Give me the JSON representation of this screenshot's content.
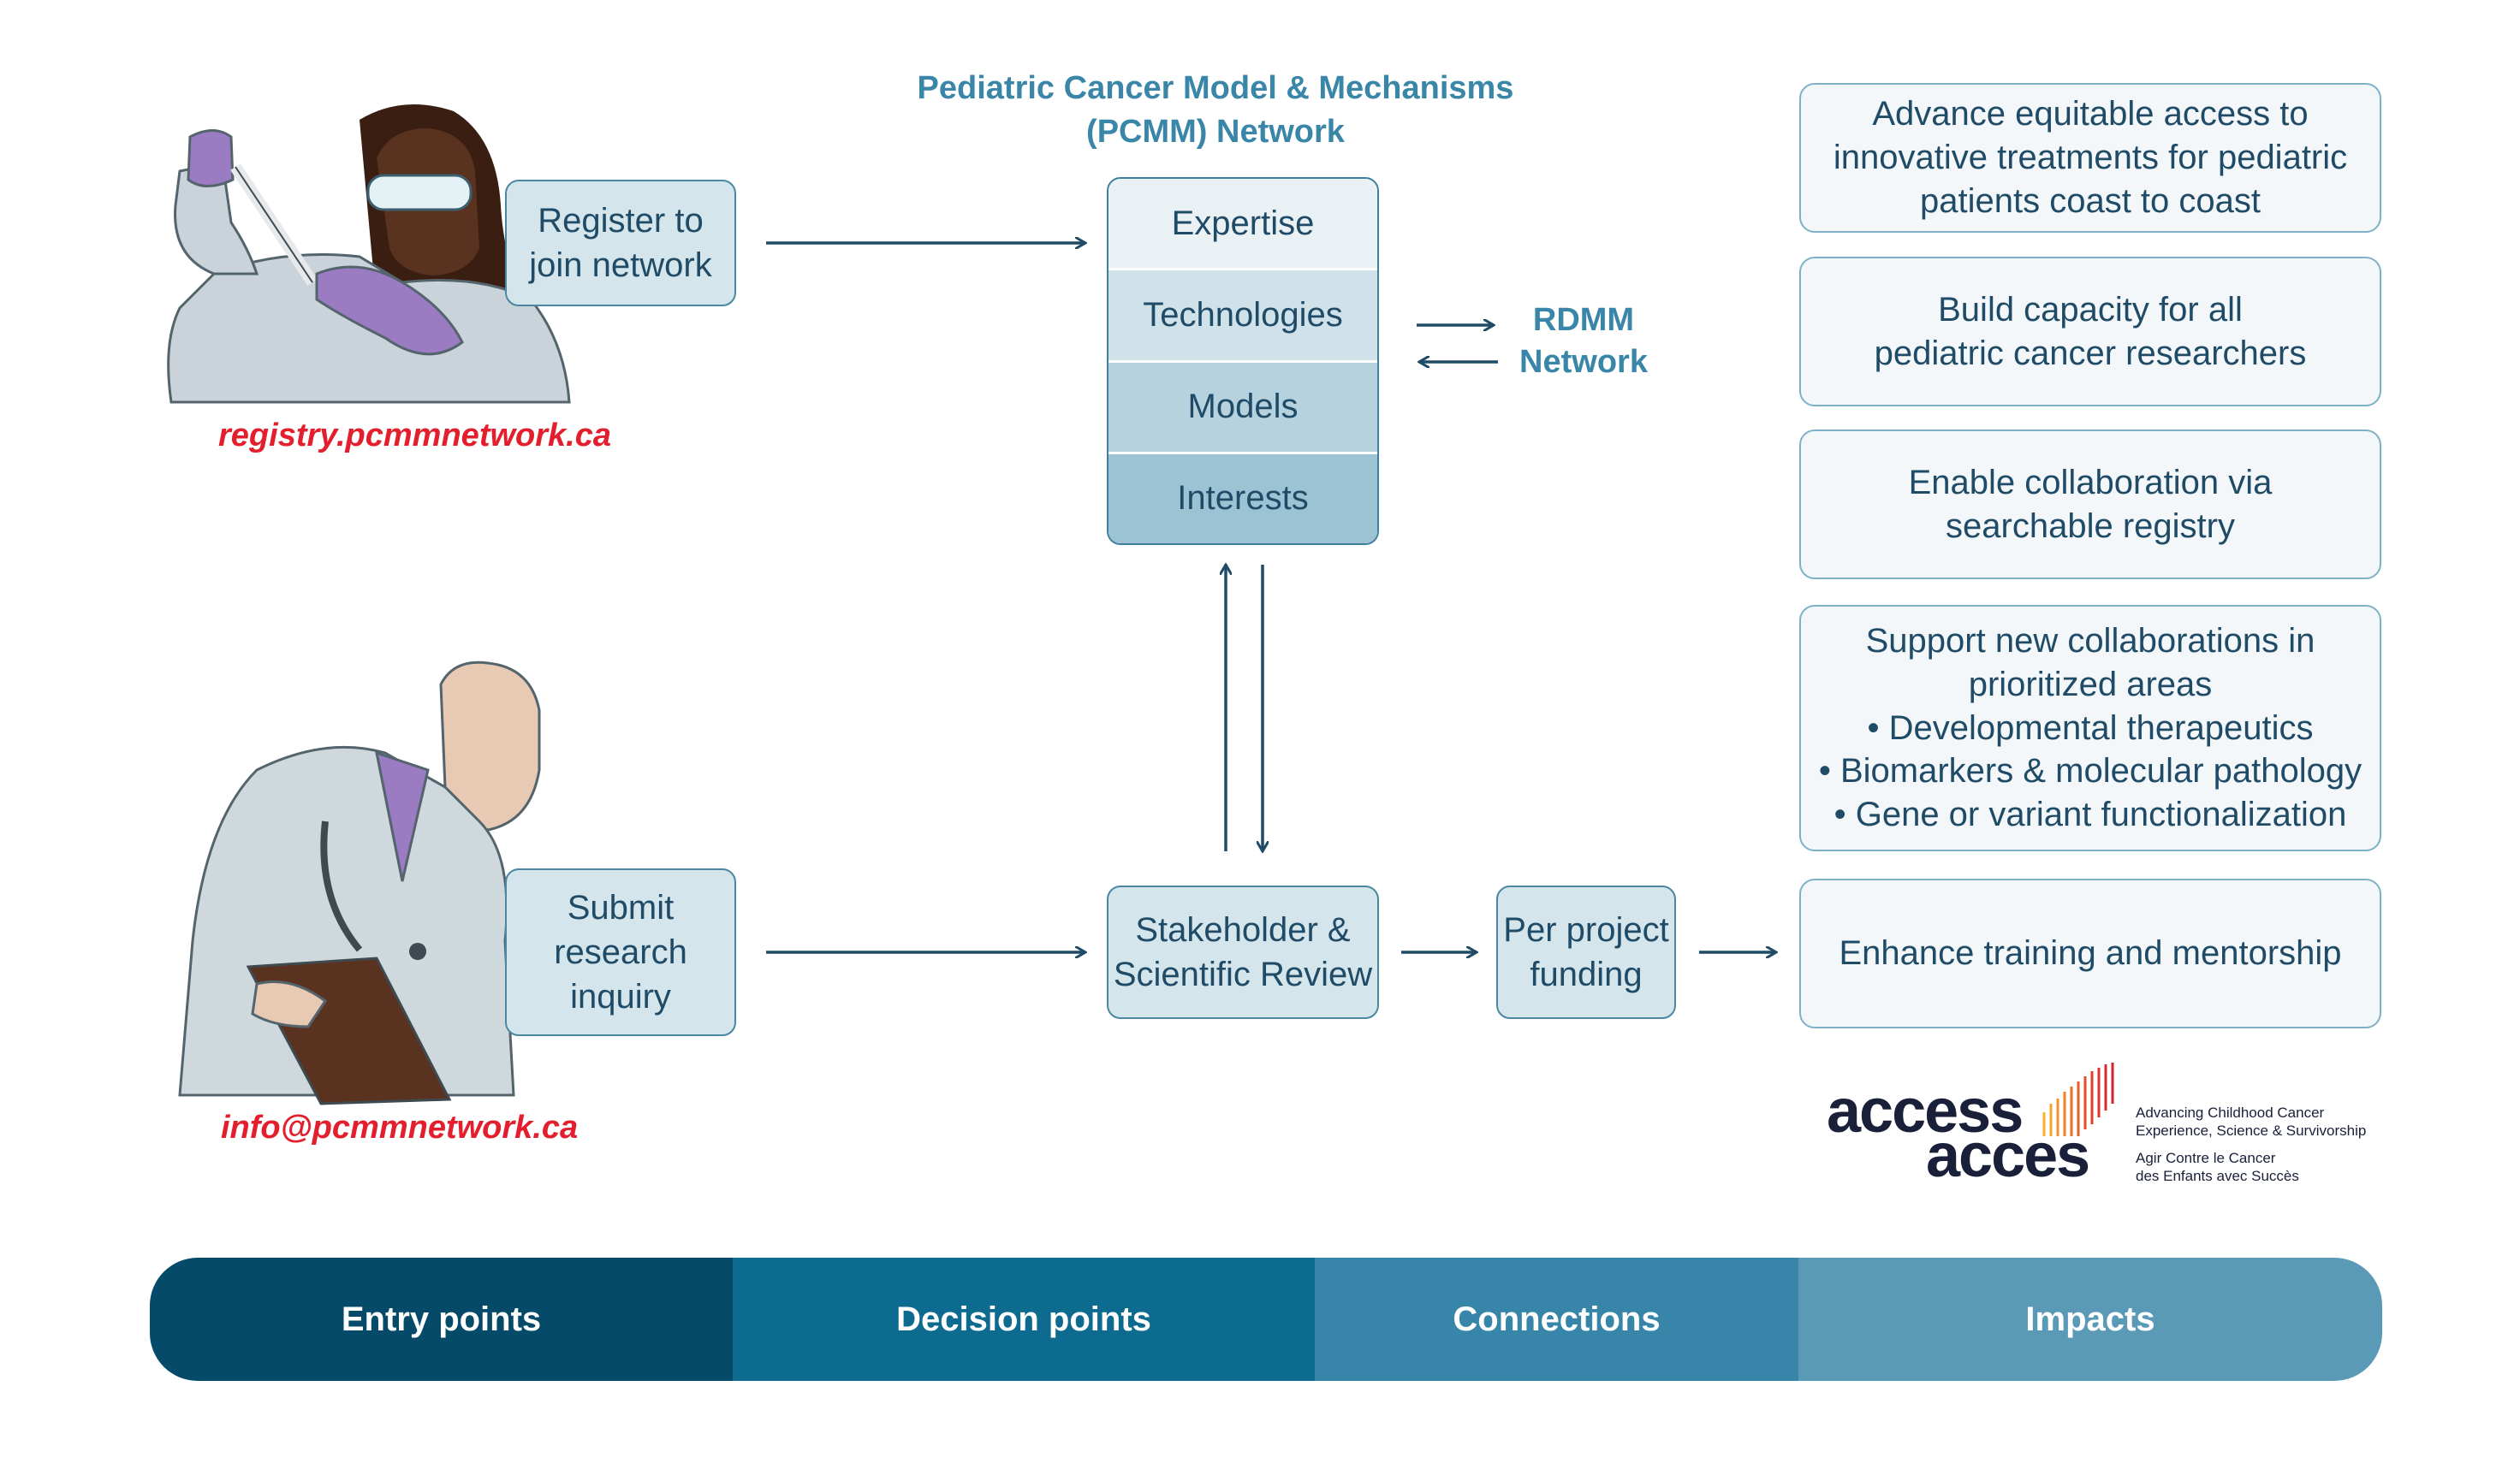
{
  "title": "Pediatric Cancer Model & Mechanisms\n(PCMM) Network",
  "entry": {
    "register_label": "Register to\njoin network",
    "register_url": "registry.pcmmnetwork.ca",
    "inquiry_label": "Submit\nresearch\ninquiry",
    "inquiry_email": "info@pcmmnetwork.ca"
  },
  "network_stack": [
    "Expertise",
    "Technologies",
    "Models",
    "Interests"
  ],
  "rdmm_label": "RDMM\nNetwork",
  "review_label": "Stakeholder &\nScientific Review",
  "funding_label": "Per project\nfunding",
  "impacts": [
    "Advance equitable access to\ninnovative treatments for pediatric\npatients coast to coast",
    "Build capacity for all\npediatric cancer researchers",
    "Enable collaboration via\nsearchable registry",
    "Support new collaborations in\nprioritized areas\n• Developmental therapeutics\n• Biomarkers & molecular pathology\n• Gene or variant functionalization",
    "Enhance training and mentorship"
  ],
  "logo": {
    "word1": "access",
    "word2": "acces",
    "tagline_en": "Advancing Childhood Cancer\nExperience, Science & Survivorship",
    "tagline_fr": "Agir Contre le Cancer\ndes Enfants avec Succès"
  },
  "bottom_bar": [
    "Entry points",
    "Decision points",
    "Connections",
    "Impacts"
  ],
  "colors": {
    "bar": [
      "#054a69",
      "#0d6b90",
      "#3786aa",
      "#5b9ab6"
    ],
    "stack": [
      "#e9f1f5",
      "#cfe2ea",
      "#b6d2de",
      "#9cc3d3"
    ],
    "link_red": "#e31e2d",
    "accent": "#3a86a8"
  }
}
